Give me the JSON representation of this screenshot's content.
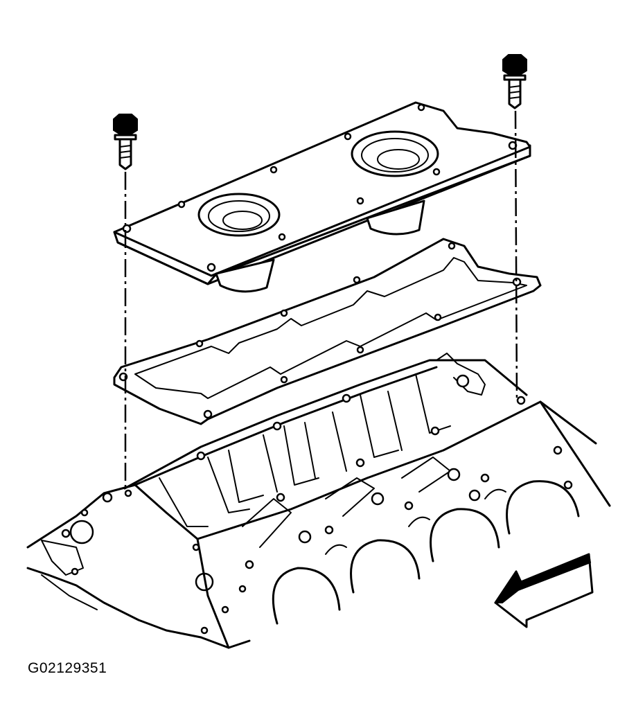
{
  "figure": {
    "code": "G02129351"
  },
  "parts": [
    {
      "name": "bolt",
      "icon": "hex-flange-bolt"
    },
    {
      "name": "cover",
      "icon": "valley-cover-plate"
    },
    {
      "name": "gasket",
      "icon": "cover-gasket"
    },
    {
      "name": "engine-block",
      "icon": "v-block-valley"
    }
  ],
  "direction_arrow": {
    "icon": "front-direction-arrow"
  }
}
